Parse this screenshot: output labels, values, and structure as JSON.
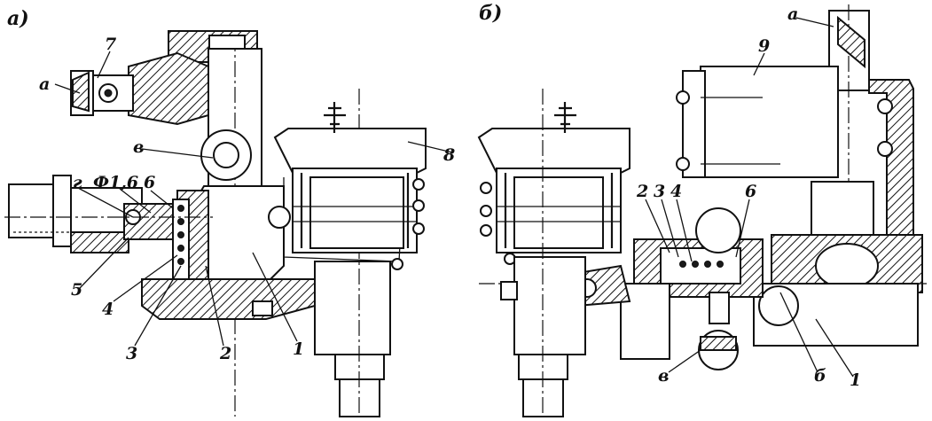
{
  "figure_a": {
    "panel_label": "а)",
    "labels": {
      "port_a": "а",
      "n1": "1",
      "n7": "7",
      "port_v": "в",
      "port_g": "г",
      "orifice": "Ф1,6",
      "n6": "6",
      "n8": "8",
      "n5": "5",
      "n4": "4",
      "n3": "3",
      "n2": "2",
      "n1_bottom": "1"
    }
  },
  "figure_b": {
    "panel_label": "б)",
    "labels": {
      "port_a": "а",
      "n9": "9",
      "n2": "2",
      "n3": "3",
      "n4": "4",
      "n6": "6",
      "port_v": "в",
      "port_b": "б",
      "n1": "1"
    }
  }
}
